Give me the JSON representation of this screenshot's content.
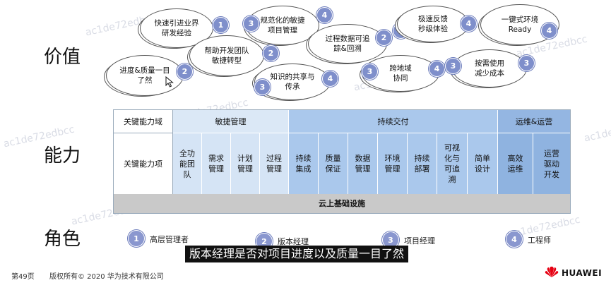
{
  "row_labels": {
    "value": "价值",
    "capability": "能力",
    "role": "角色"
  },
  "clouds": [
    {
      "text": "快速引进业界\n研发经验",
      "badge": "1"
    },
    {
      "text": "规范化的敏捷\n项目管理",
      "badge": "4"
    },
    {
      "text": "过程数据可追\n踪&回溯",
      "badge": "2"
    },
    {
      "text": "极速反馈\n秒级体验",
      "badge": "4"
    },
    {
      "text": "一键式环境\nReady",
      "badge": "4"
    },
    {
      "text": "帮助开发团队\n敏捷转型",
      "badge": "2"
    },
    {
      "text": "进度&质量一目\n了然",
      "badge": "2"
    },
    {
      "text": "知识的共享与\n传承",
      "badge": "4"
    },
    {
      "text": "跨地域\n协同",
      "badge": "4"
    },
    {
      "text": "按需使用\n减少成本",
      "badge": "3"
    }
  ],
  "extra_badges": [
    "3",
    "3",
    "3",
    "3",
    "3"
  ],
  "table": {
    "domain_label": "关键能力域",
    "item_label": "关键能力项",
    "domains": {
      "agile": "敏捷管理",
      "delivery": "持续交付",
      "ops": "运维&运营"
    },
    "agile_items": [
      "全功\n能团\n队",
      "需求\n管理",
      "计划\n管理",
      "过程\n管理"
    ],
    "delivery_items": [
      "持续\n集成",
      "质量\n保证",
      "数据\n管理",
      "环境\n管理",
      "持续\n部署",
      "可视\n化与\n可追\n溯",
      "简单\n设计"
    ],
    "ops_items": [
      "高效\n运维",
      "运营\n驱动\n开发"
    ],
    "infrastructure": "云上基础设施"
  },
  "roles": [
    {
      "badge": "1",
      "label": "高层管理者"
    },
    {
      "badge": "2",
      "label": "版本经理"
    },
    {
      "badge": "3",
      "label": "项目经理"
    },
    {
      "badge": "4",
      "label": "工程师"
    }
  ],
  "subtitle": "版本经理是否对项目进度以及质量一目了然",
  "footer": {
    "page": "第49页",
    "copyright": "版权所有© 2020 华为技术有限公司",
    "brand": "HUAWEI"
  },
  "watermark": "ac1de72edbcc",
  "colors": {
    "agile_header": "#dbe8f6",
    "delivery_header": "#aac8ec",
    "ops_header": "#94b6e2",
    "agile_cells": "#d5e4f5",
    "delivery_cells": "#aac8ec",
    "ops_cells": "#8fb3e0",
    "infra": "#c9c9c9",
    "badge": "#7f8fcb",
    "brand_red": "#e60012"
  }
}
